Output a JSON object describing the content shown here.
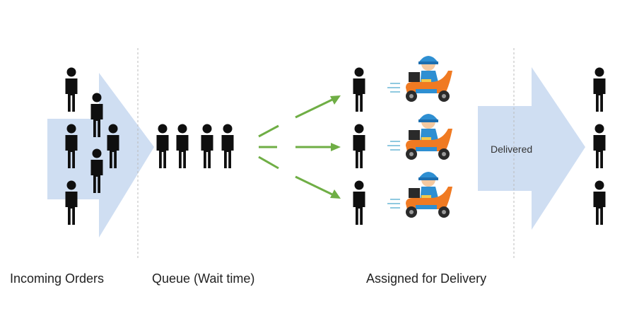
{
  "stages": {
    "incoming": "Incoming Orders",
    "queue": "Queue (Wait time)",
    "assigned": "Assigned for Delivery"
  },
  "delivered_label": "Delivered",
  "colors": {
    "flow_arrow": "#cfdef2",
    "person": "#0f0f0f",
    "assign_arrow": "#6fae45",
    "divider": "#bbbbbb",
    "scooter": "#f07a22",
    "rider": "#2e8fd2"
  },
  "icons": [
    "person-icon",
    "delivery-scooter-icon",
    "flow-arrow",
    "assign-arrow"
  ]
}
